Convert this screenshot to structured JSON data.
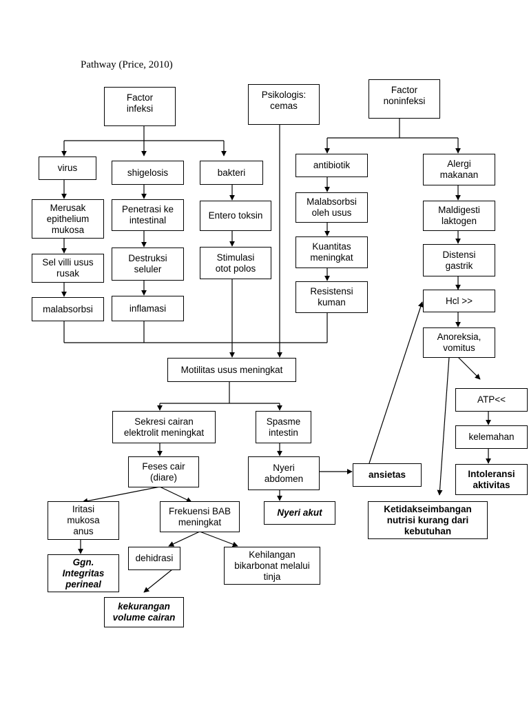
{
  "title": "Pathway (Price, 2010)",
  "nodes": {
    "factor_infeksi": "Factor\ninfeksi",
    "psikologis": "Psikologis:\ncemas",
    "factor_noninfeksi": "Factor\nnoninfeksi",
    "virus": "virus",
    "shigelosis": "shigelosis",
    "bakteri": "bakteri",
    "antibiotik": "antibiotik",
    "alergi": "Alergi\nmakanan",
    "merusak": "Merusak\nepithelium\nmukosa",
    "penetrasi": "Penetrasi ke\nintestinal",
    "entero": "Entero toksin",
    "malabsorbsi_usus": "Malabsorbsi\noleh usus",
    "maldigesti": "Maldigesti\nlaktogen",
    "sel_villi": "Sel villi usus\nrusak",
    "destruksi": "Destruksi\nseluler",
    "stimulasi": "Stimulasi\notot polos",
    "kuantitas": "Kuantitas\nmeningkat",
    "distensi": "Distensi\ngastrik",
    "malabsorbsi": "malabsorbsi",
    "inflamasi": "inflamasi",
    "resistensi": "Resistensi\nkuman",
    "hcl": "Hcl >>",
    "anoreksia": "Anoreksia,\nvomitus",
    "motilitas": "Motilitas usus meningkat",
    "atp": "ATP<<",
    "sekresi": "Sekresi cairan\nelektrolit meningkat",
    "spasme": "Spasme\nintestin",
    "kelemahan": "kelemahan",
    "feses": "Feses cair\n(diare)",
    "nyeri_abdomen": "Nyeri\nabdomen",
    "ansietas": "ansietas",
    "intoleransi": "Intoleransi\naktivitas",
    "iritasi": "Iritasi\nmukosa\nanus",
    "frekuensi": "Frekuensi BAB\nmeningkat",
    "nyeri_akut": "Nyeri akut",
    "ketidakseimbangan": "Ketidakseimbangan\nnutrisi kurang dari\nkebutuhan",
    "dehidrasi": "dehidrasi",
    "kehilangan": "Kehilangan\nbikarbonat melalui\ntinja",
    "ggn": "Ggn.\nIntegritas\nperineal",
    "kekurangan": "kekurangan\nvolume cairan"
  }
}
